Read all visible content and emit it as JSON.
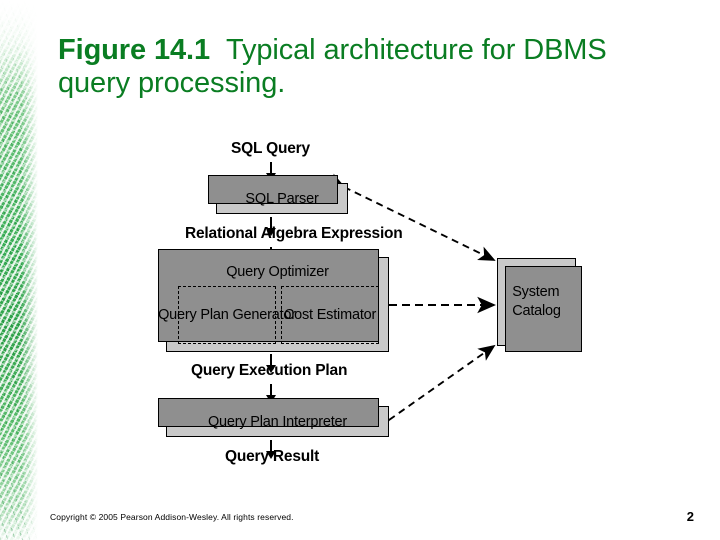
{
  "slide": {
    "title_bold": "Figure 14.1",
    "title_rest": "Typical architecture for DBMS query processing.",
    "title_color": "#0a7d22",
    "background": "#ffffff"
  },
  "decoration": {
    "left_strip": "green-aerial-photo-texture"
  },
  "diagram": {
    "labels": {
      "sql_query": "SQL Query",
      "relational_algebra_expression": "Relational Algebra Expression",
      "query_execution_plan": "Query Execution Plan",
      "query_result": "Query Result"
    },
    "boxes": {
      "sql_parser": "SQL Parser",
      "query_optimizer": "Query Optimizer",
      "query_plan_generator": "Query Plan Generator",
      "cost_estimator": "Cost Estimator",
      "query_plan_interpreter": "Query Plan Interpreter",
      "system_catalog": "System Catalog"
    },
    "box_fill": "#c9c9c9",
    "box_shadow": "#8f8f8f",
    "box_stroke": "#000000",
    "flow_arrows": [
      {
        "from": "sql_query",
        "to": "sql_parser",
        "style": "solid"
      },
      {
        "from": "sql_parser",
        "to": "relational_algebra_expression",
        "style": "solid"
      },
      {
        "from": "relational_algebra_expression",
        "to": "query_optimizer",
        "style": "solid"
      },
      {
        "from": "query_optimizer",
        "to": "query_execution_plan",
        "style": "solid"
      },
      {
        "from": "query_execution_plan",
        "to": "query_plan_interpreter",
        "style": "solid"
      },
      {
        "from": "query_plan_interpreter",
        "to": "query_result",
        "style": "solid"
      }
    ],
    "catalog_links": [
      {
        "between": [
          "sql_parser",
          "system_catalog"
        ],
        "style": "dashed",
        "heads": "both"
      },
      {
        "between": [
          "query_optimizer",
          "system_catalog"
        ],
        "style": "dashed",
        "heads": "both"
      },
      {
        "between": [
          "query_plan_interpreter",
          "system_catalog"
        ],
        "style": "dashed",
        "heads": "both"
      }
    ]
  },
  "footer": {
    "copyright": "Copyright © 2005 Pearson Addison-Wesley. All rights reserved.",
    "page_number": "2"
  }
}
